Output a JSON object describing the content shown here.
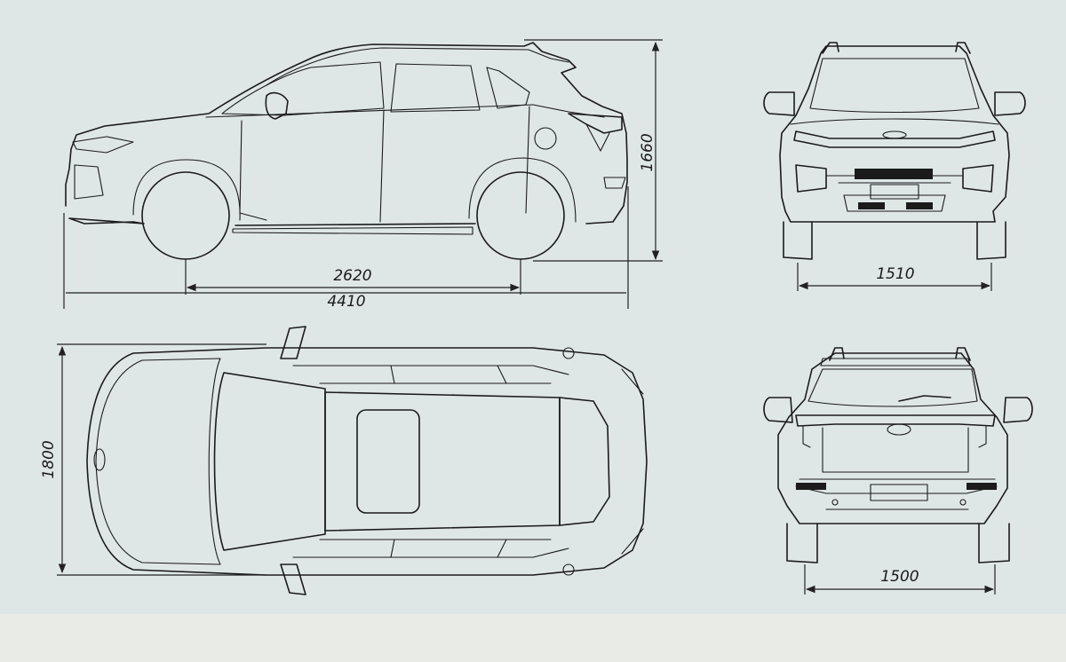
{
  "colors": {
    "sheet_background": "#dfe6e6",
    "bottom_band": "#e9ebe7",
    "line": "#1b1b1b"
  },
  "views": [
    "side-view",
    "front-view",
    "top-view",
    "rear-view"
  ],
  "dimensions": {
    "height": "1660",
    "wheelbase": "2620",
    "length": "4410",
    "front_track": "1510",
    "width": "1800",
    "rear_track": "1500"
  }
}
